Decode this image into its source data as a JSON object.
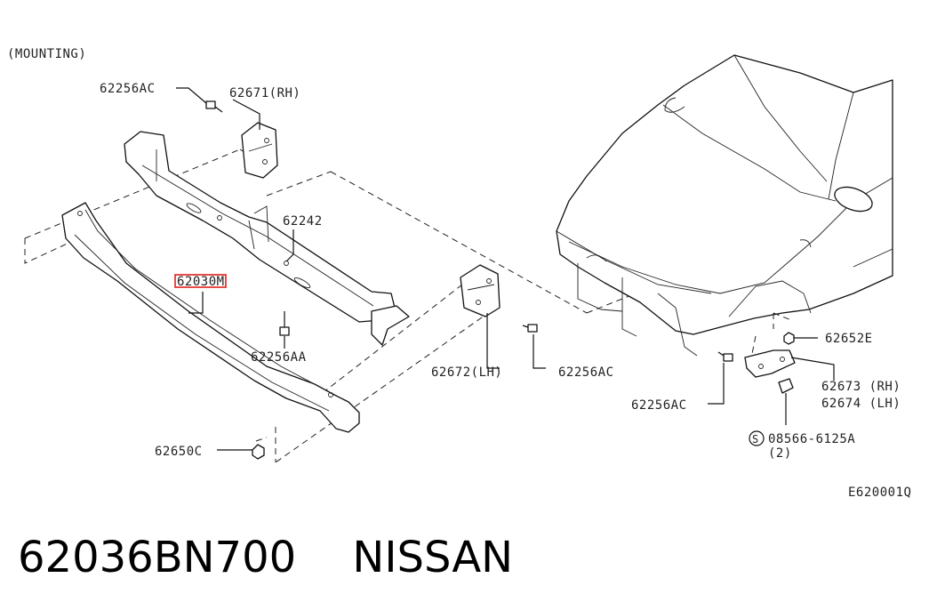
{
  "diagram": {
    "section_label": "(MOUNTING)",
    "figure_code": "E620001Q",
    "highlight_color": "#e0201c",
    "highlighted_label": "62030M",
    "labels": {
      "p62256AC_top": "62256AC",
      "p62671": "62671(RH)",
      "p62242": "62242",
      "p62030M": "62030M",
      "p62256AA": "62256AA",
      "p62672": "62672(LH)",
      "p62256AC_mid": "62256AC",
      "p62650C": "62650C",
      "p62652E": "62652E",
      "p62673": "62673 (RH)",
      "p62674": "62674 (LH)",
      "p62256AC_right": "62256AC",
      "p08566_symbol": "S",
      "p08566": "08566-6125A",
      "p08566_qty": "(2)"
    }
  },
  "footer": {
    "part_number": "62036BN700",
    "brand": "NISSAN"
  }
}
